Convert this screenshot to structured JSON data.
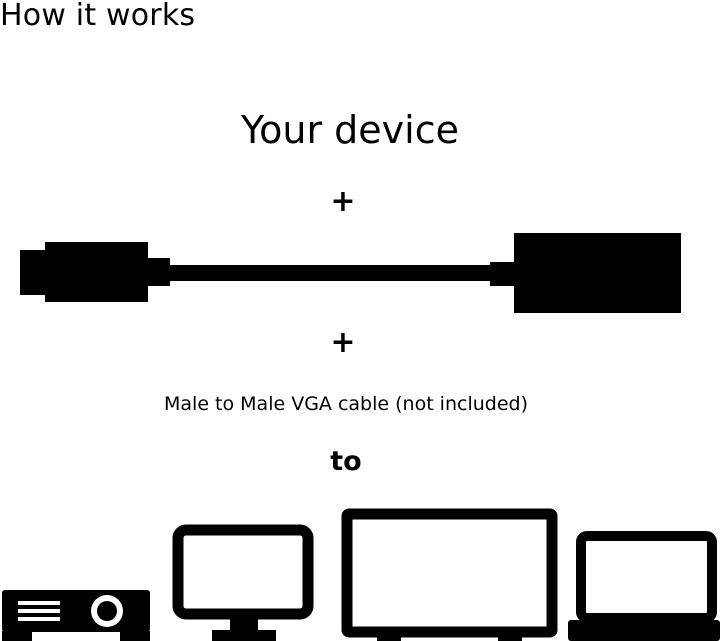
{
  "header": {
    "title": "How it works"
  },
  "diagram": {
    "source_label": "Your device",
    "plus_symbol": "+",
    "cable_note": "Male to Male VGA cable (not included)",
    "connector_word": "to",
    "adapter_icon": "usb-c-to-vga-adapter-icon",
    "targets": [
      {
        "icon": "projector-icon"
      },
      {
        "icon": "monitor-icon"
      },
      {
        "icon": "tv-icon"
      },
      {
        "icon": "laptop-icon"
      }
    ]
  },
  "colors": {
    "foreground": "#000000",
    "background": "#ffffff"
  }
}
